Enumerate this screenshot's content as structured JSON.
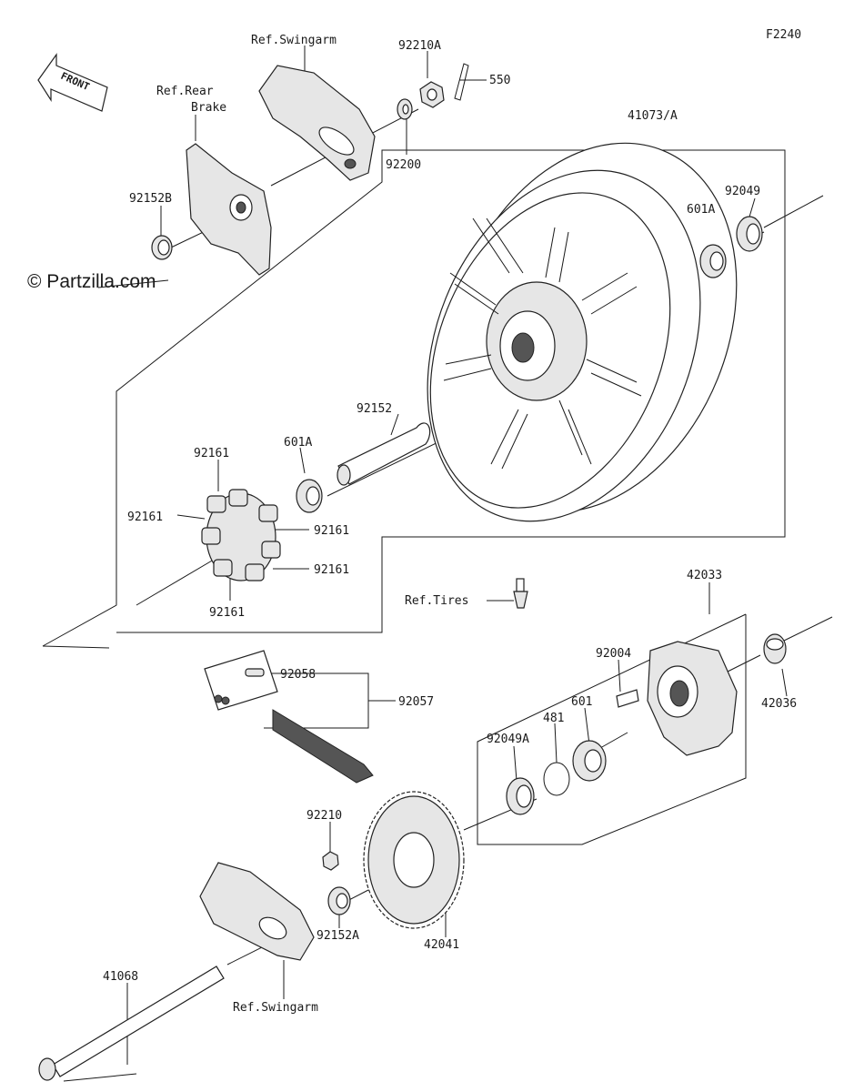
{
  "figure_code": "F2240",
  "watermark": "© Partzilla.com",
  "front_arrow_label": "FRONT",
  "labels": {
    "ref_swingarm_top": "Ref.Swingarm",
    "p92210A": "92210A",
    "p550": "550",
    "ref_rear_brake_1": "Ref.Rear",
    "ref_rear_brake_2": "Brake",
    "p92200": "92200",
    "p41073A": "41073/A",
    "p92152B": "92152B",
    "p92049": "92049",
    "p601A_top": "601A",
    "p92152": "92152",
    "p601A_mid": "601A",
    "p92161_a": "92161",
    "p92161_b": "92161",
    "p92161_c": "92161",
    "p92161_d": "92161",
    "p92161_e": "92161",
    "ref_tires": "Ref.Tires",
    "p42033": "42033",
    "p92058": "92058",
    "p92057": "92057",
    "p92004": "92004",
    "p42036": "42036",
    "p481": "481",
    "p601": "601",
    "p92049A": "92049A",
    "p92210": "92210",
    "p92152A": "92152A",
    "p42041": "42041",
    "p41068": "41068",
    "ref_swingarm_bottom": "Ref.Swingarm"
  }
}
